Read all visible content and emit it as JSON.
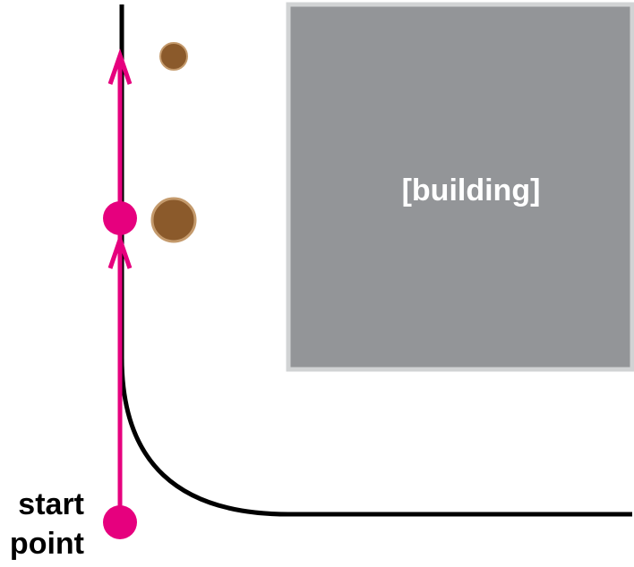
{
  "labels": {
    "building": "[building]",
    "start_line1": "start",
    "start_line2": "point"
  },
  "colors": {
    "route": "#e6007e",
    "road": "#000000",
    "building_fill": "#939598",
    "building_border": "#d1d3d4",
    "tree_fill": "#8b5a2b",
    "tree_border": "#c49a6c",
    "building_text": "#ffffff",
    "text": "#000000"
  }
}
